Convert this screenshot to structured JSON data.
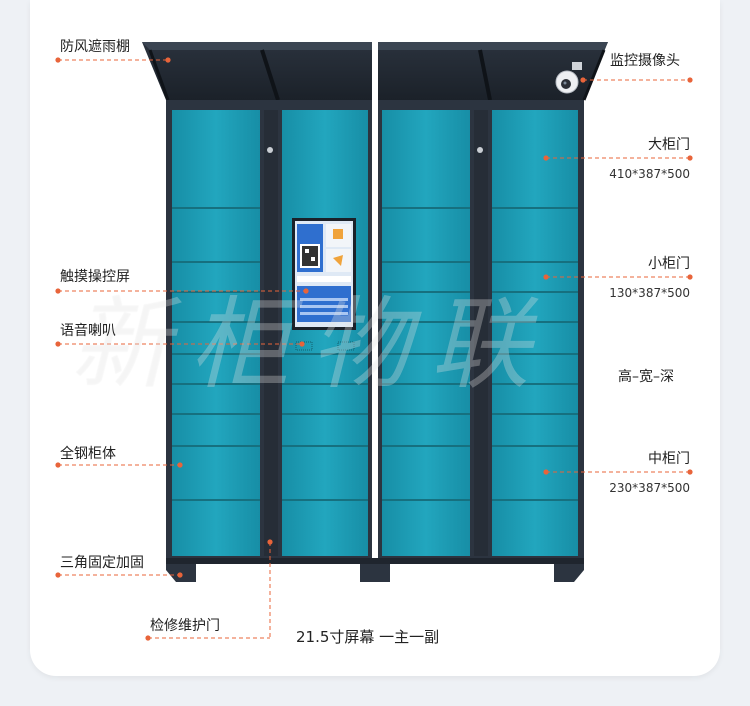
{
  "labels_left": {
    "canopy": "防风遮雨棚",
    "touchscreen": "触摸操控屏",
    "speaker": "语音喇叭",
    "steel_body": "全钢柜体",
    "triangle_fix": "三角固定加固",
    "service_door": "检修维护门"
  },
  "labels_right": {
    "camera": "监控摄像头",
    "large_door": "大柜门",
    "large_dim": "410*387*500",
    "small_door": "小柜门",
    "small_dim": "130*387*500",
    "dims_order": "高–宽–深",
    "medium_door": "中柜门",
    "medium_dim": "230*387*500"
  },
  "caption": "21.5寸屏幕  一主一副",
  "watermark": "新柜物联",
  "colors": {
    "frame": "#2c3440",
    "door": "#1d9bb3",
    "door_dark": "#14788c",
    "accent": "#e8643a",
    "leader": "#e8643a"
  }
}
